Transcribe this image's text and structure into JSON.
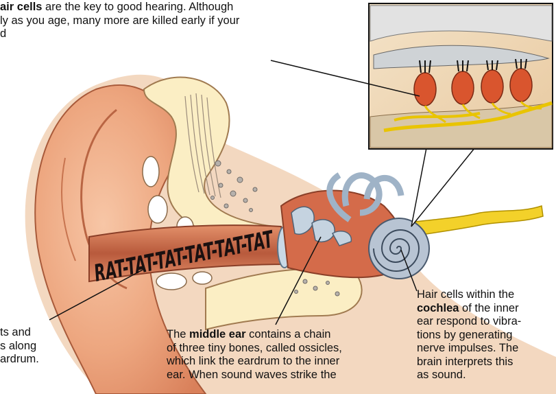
{
  "sound_text": "RAT-TAT-TAT-TAT-TAT-TAT",
  "captions": {
    "hair_cells_top": {
      "line1_bold": "air cells",
      "line1_rest": " are the key to good hearing. Although",
      "line2": "ly as you age, many more are killed early if your",
      "line3": "d"
    },
    "outer_ear": {
      "line1": "ts and",
      "line2": "s along",
      "line3": "ardrum."
    },
    "middle_ear": {
      "line1_pre": "The ",
      "line1_bold": "middle ear",
      "line1_post": " contains a chain",
      "line2": "of three tiny bones, called ossicles,",
      "line3": "which link the eardrum to the inner",
      "line4": "ear. When sound waves strike the"
    },
    "cochlea": {
      "line1": "Hair cells within the",
      "line2_bold": "cochlea",
      "line2_rest": " of the inner",
      "line3": "ear respond to vibra-",
      "line4": "tions by generating",
      "line5": "nerve impulses. The",
      "line6": "brain interprets this",
      "line7": "as sound."
    }
  }
}
